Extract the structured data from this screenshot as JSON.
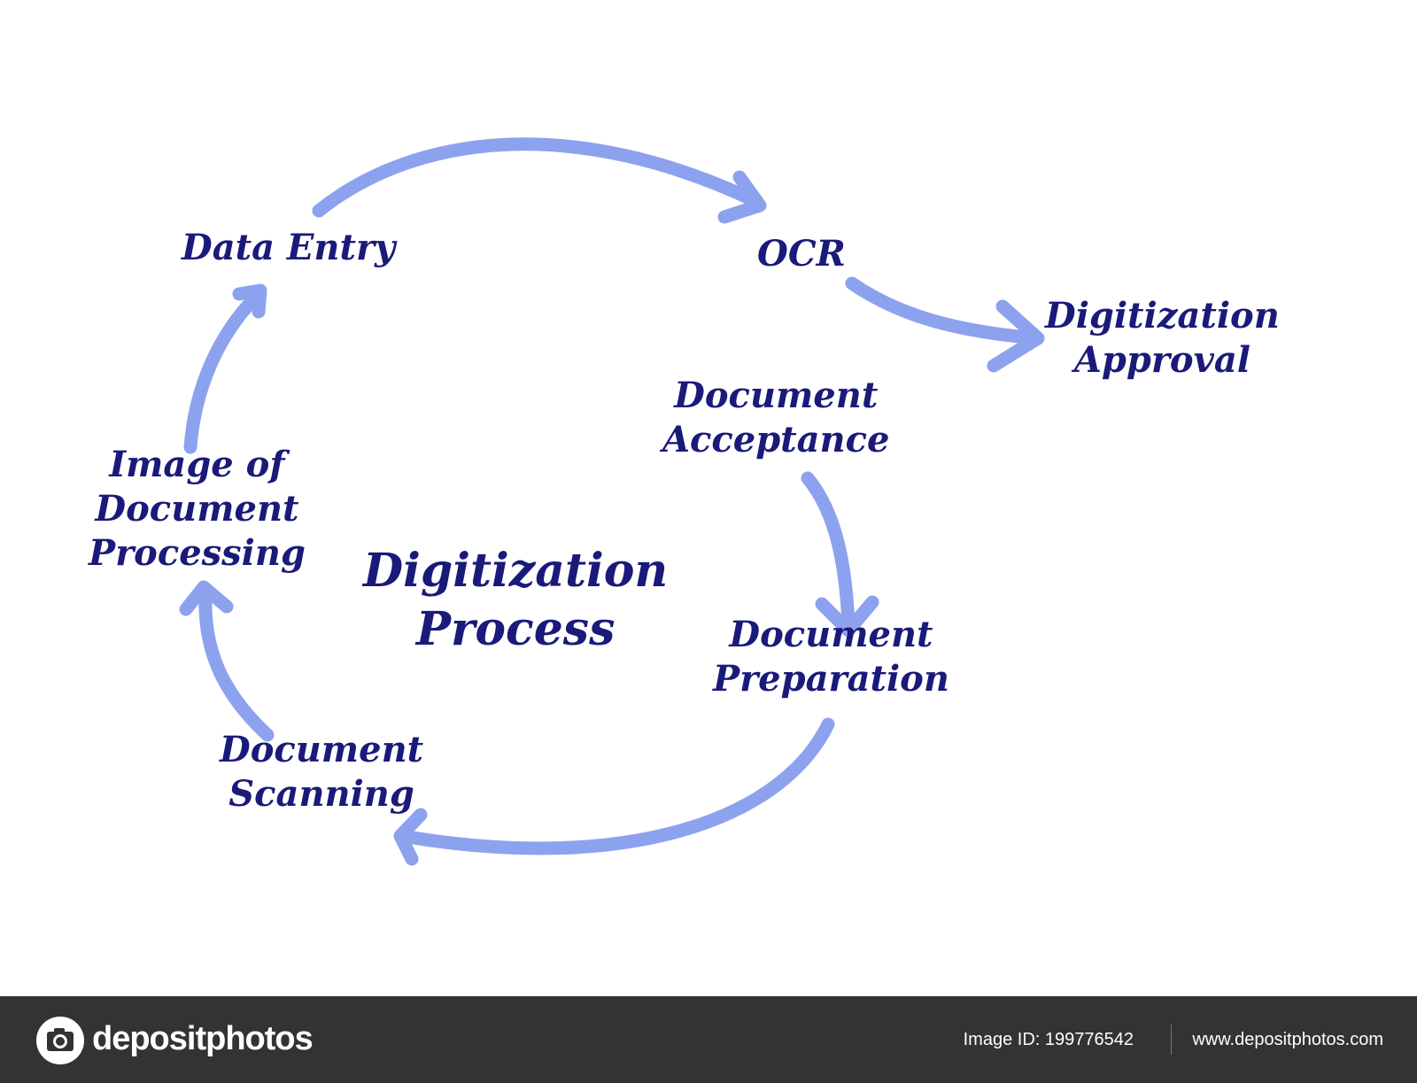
{
  "diagram": {
    "title_line1": "Digitization",
    "title_line2": "Process",
    "nodes": {
      "data_entry": "Data Entry",
      "ocr": "OCR",
      "digitization_approval_line1": "Digitization",
      "digitization_approval_line2": "Approval",
      "document_acceptance_line1": "Document",
      "document_acceptance_line2": "Acceptance",
      "document_preparation_line1": "Document",
      "document_preparation_line2": "Preparation",
      "document_scanning_line1": "Document",
      "document_scanning_line2": "Scanning",
      "image_processing_line1": "Image of",
      "image_processing_line2": "Document",
      "image_processing_line3": "Processing"
    },
    "edges": [
      {
        "from": "Data Entry",
        "to": "OCR"
      },
      {
        "from": "OCR",
        "to": "Digitization Approval"
      },
      {
        "from": "Document Acceptance",
        "to": "Document Preparation"
      },
      {
        "from": "Document Preparation",
        "to": "Document Scanning"
      },
      {
        "from": "Document Scanning",
        "to": "Image of Document Processing"
      },
      {
        "from": "Image of Document Processing",
        "to": "Data Entry"
      }
    ],
    "colors": {
      "text": "#1a1a7a",
      "arrow": "#8da2ee",
      "footer_bg": "#333333"
    }
  },
  "footer": {
    "brand": "depositphotos",
    "logo_icon": "camera-icon",
    "image_id": "Image ID: 199776542",
    "url": "www.depositphotos.com"
  }
}
